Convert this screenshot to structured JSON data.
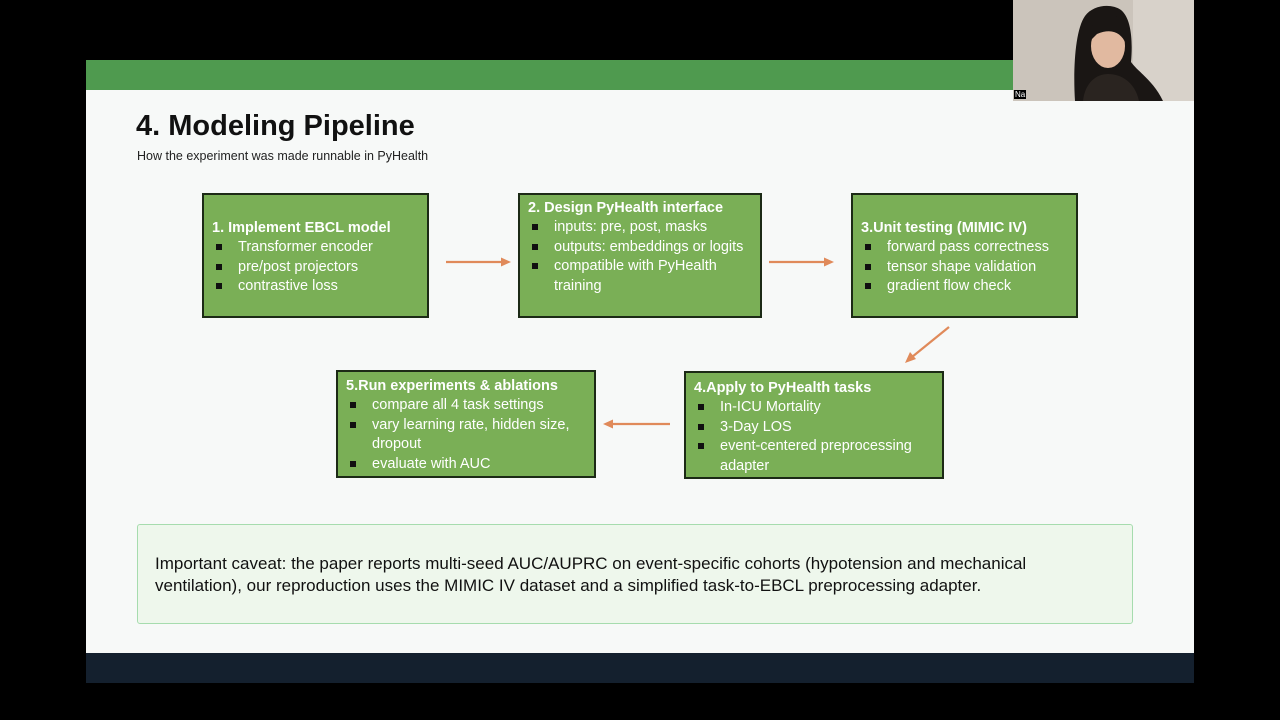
{
  "slide": {
    "title": "4. Modeling Pipeline",
    "subtitle": "How the experiment was made runnable in PyHealth",
    "steps": [
      {
        "heading": "1. Implement EBCL model",
        "bullets": [
          "Transformer encoder",
          "pre/post projectors",
          "contrastive loss"
        ]
      },
      {
        "heading": "2. Design PyHealth interface",
        "bullets": [
          "inputs: pre, post, masks",
          "outputs: embeddings or logits",
          "compatible with PyHealth training"
        ]
      },
      {
        "heading": "3.Unit testing (MIMIC IV)",
        "bullets": [
          "forward pass correctness",
          "tensor shape validation",
          "gradient flow check"
        ]
      },
      {
        "heading": "4.Apply to PyHealth tasks",
        "bullets": [
          "In-ICU Mortality",
          "3-Day LOS",
          "event-centered preprocessing adapter"
        ]
      },
      {
        "heading": "5.Run experiments & ablations",
        "bullets": [
          "compare all 4 task settings",
          "vary learning rate, hidden size, dropout",
          "evaluate with AUC"
        ]
      }
    ],
    "caveat": "Important caveat: the paper reports multi-seed AUC/AUPRC on event-specific cohorts (hypotension and mechanical ventilation), our reproduction uses the MIMIC IV dataset and a simplified task-to-EBCL preprocessing adapter."
  },
  "webcam": {
    "name_label": "Na"
  },
  "colors": {
    "header_band": "#4f9a4f",
    "footer_band": "#14202e",
    "step_fill": "#7aaf56",
    "arrow": "#e08a5a",
    "caveat_bg": "#eef7ec",
    "caveat_border": "#a6dcae"
  }
}
